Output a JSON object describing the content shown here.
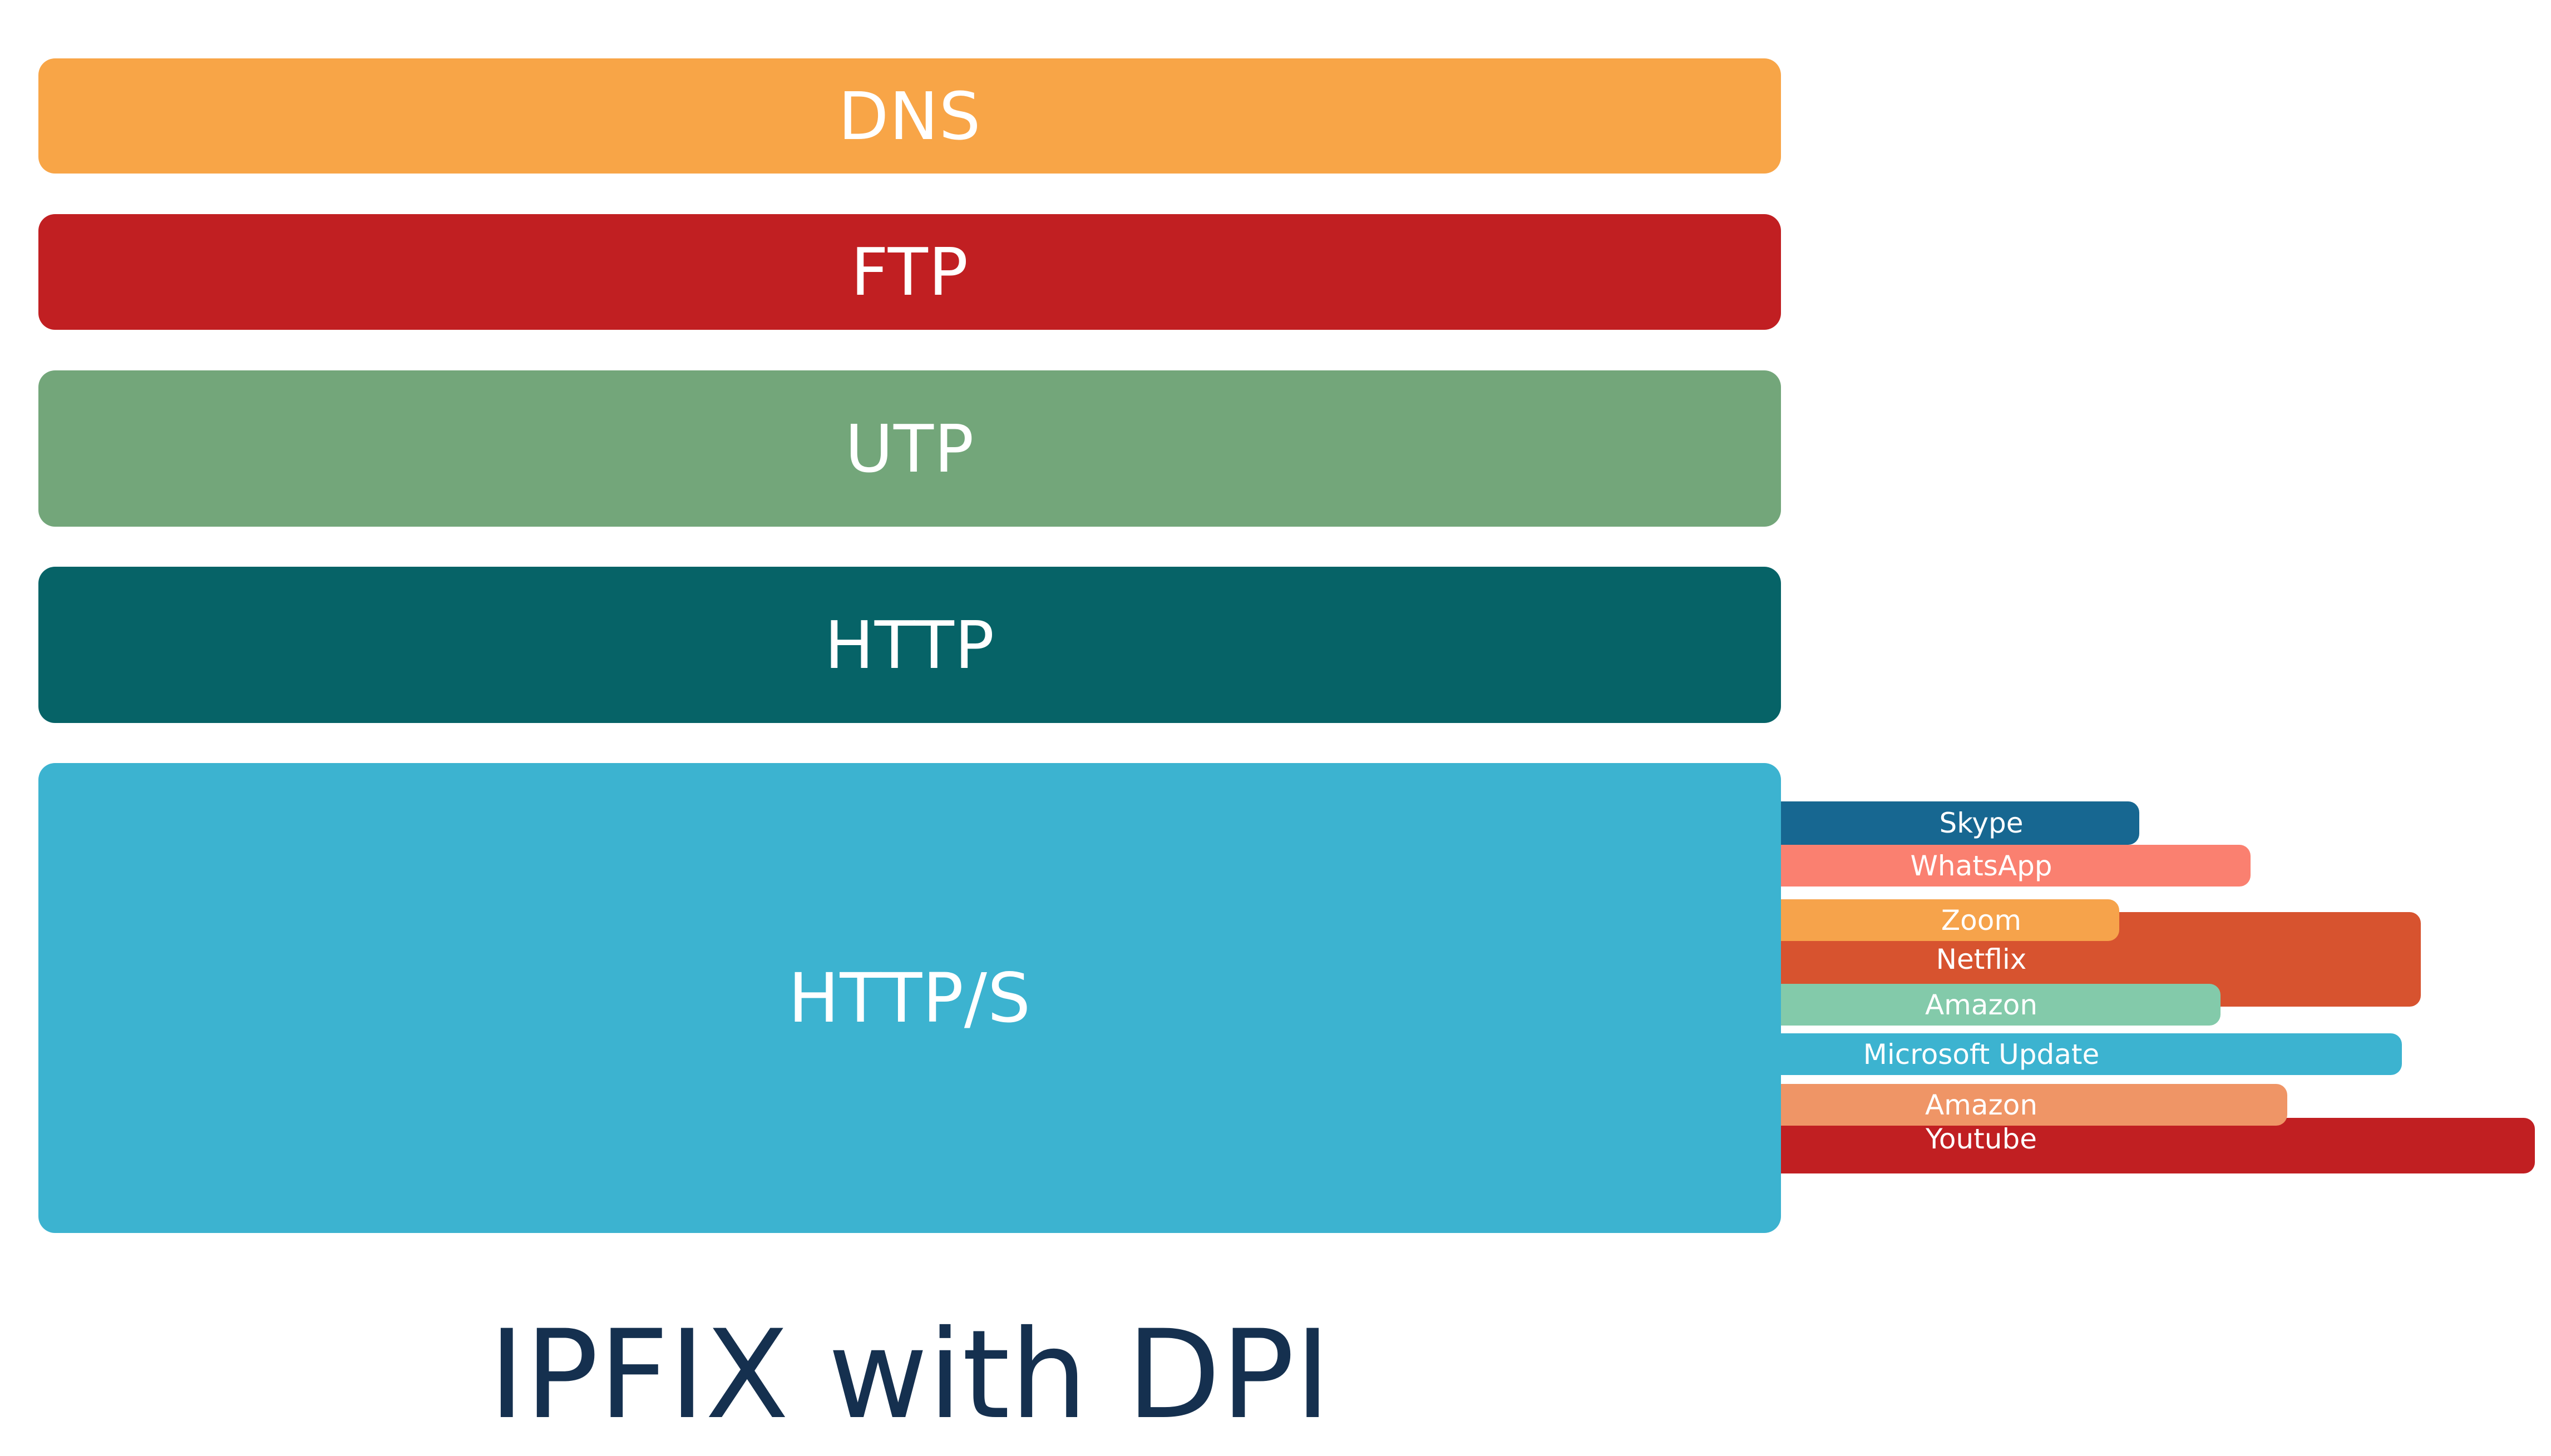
{
  "title": "IPFIX with DPI",
  "protocols": [
    {
      "label": "DNS",
      "color": "#F8A547"
    },
    {
      "label": "FTP",
      "color": "#C11F22"
    },
    {
      "label": "UTP",
      "color": "#73A67A"
    },
    {
      "label": "HTTP",
      "color": "#066367"
    },
    {
      "label": "HTTP/S",
      "color": "#3CB3D0"
    }
  ],
  "applications": [
    {
      "label": "Skype",
      "color": "#176791"
    },
    {
      "label": "WhatsApp",
      "color": "#FA8070"
    },
    {
      "label": "Zoom",
      "color": "#F6A34B"
    },
    {
      "label": "Netflix",
      "color": "#D7532F"
    },
    {
      "label": "Amazon",
      "color": "#83CAAA"
    },
    {
      "label": "Microsoft Update",
      "color": "#3CB3D0"
    },
    {
      "label": "Amazon",
      "color": "#EF9566"
    },
    {
      "label": "Youtube",
      "color": "#C11F22"
    }
  ]
}
